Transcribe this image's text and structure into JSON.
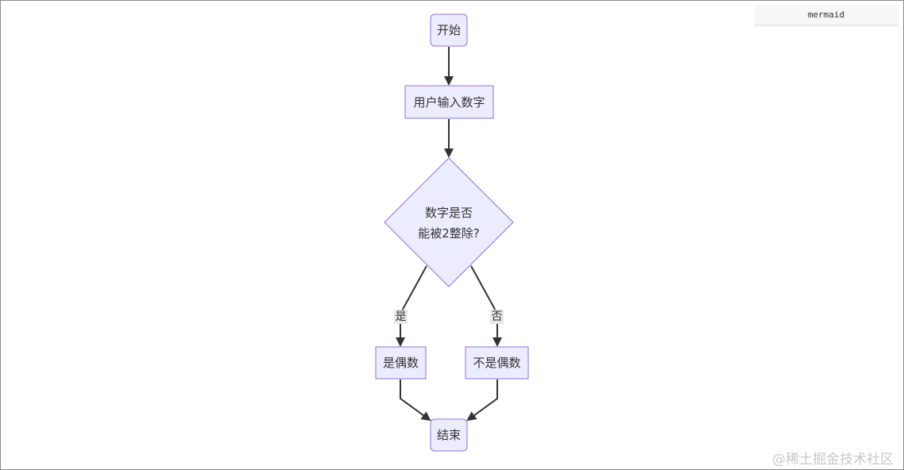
{
  "code_block": {
    "language_label": "mermaid"
  },
  "flowchart": {
    "nodes": {
      "start": "开始",
      "input": "用户输入数字",
      "decision_line1": "数字是否",
      "decision_line2": "能被2整除?",
      "even": "是偶数",
      "odd": "不是偶数",
      "end": "结束"
    },
    "edge_labels": {
      "yes": "是",
      "no": "否"
    }
  },
  "watermark": "@稀土掘金技术社区",
  "colors": {
    "node_fill": "#ECECFF",
    "node_stroke": "#9370DB",
    "edge": "#333333",
    "edge_label_bg": "#E8E8E8"
  }
}
